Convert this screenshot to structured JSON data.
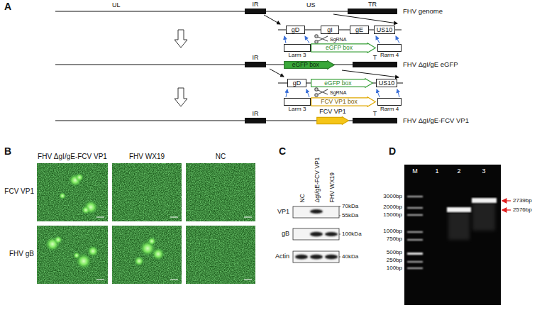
{
  "diagram": {
    "nodes": [
      {
        "text": [
          "IR"
        ]
      },
      {
        "text": [
          "TR"
        ]
      },
      {
        "text": [
          "gD"
        ]
      },
      {
        "text": [
          "gI"
        ]
      },
      {
        "text": [
          "gE"
        ]
      },
      {
        "text": [
          "US10"
        ]
      },
      {
        "text": [
          "Larm 3"
        ]
      },
      {
        "text": [
          "eGFP box"
        ]
      },
      {
        "text": [
          "Rarm 4"
        ]
      },
      {
        "text": [
          "IR"
        ]
      },
      {
        "text": [
          "eGFP box"
        ]
      },
      {
        "text": [
          "T"
        ]
      },
      {
        "text": [
          "gD"
        ]
      },
      {
        "text": [
          "eGFP box"
        ]
      },
      {
        "text": [
          "US10"
        ]
      },
      {
        "text": [
          "Larm 3"
        ]
      },
      {
        "text": [
          "FCV VP1 box"
        ]
      },
      {
        "text": [
          "Rarm 4"
        ]
      },
      {
        "text": [
          "IR"
        ]
      },
      {
        "text": [
          "FCV VP1"
        ]
      },
      {
        "text": [
          "T"
        ]
      }
    ],
    "labels": [
      "A",
      "UL",
      "US",
      "FHV genome",
      "SgRNA",
      "FHV ΔgI/gE eGFP",
      "SgRNA",
      "FHV ΔgI/gE-FCV VP1",
      "B",
      "FHV ΔgI/gE-FCV VP1",
      "FHV WX19",
      "NC",
      "FCV VP1",
      "FHV gB",
      "C",
      "NC",
      "ΔgI/gE-FCV VP1",
      "FHV WX19",
      "VP1",
      "70kDa",
      "55kDa",
      "gB",
      "100kDa",
      "Actin",
      "40kDa",
      "D",
      "M",
      "1",
      "2",
      "3",
      "3000bp",
      "2000bp",
      "1500bp",
      "1000bp",
      "750bp",
      "500bp",
      "250bp",
      "100bp",
      "2739bp",
      "2576bp"
    ]
  }
}
